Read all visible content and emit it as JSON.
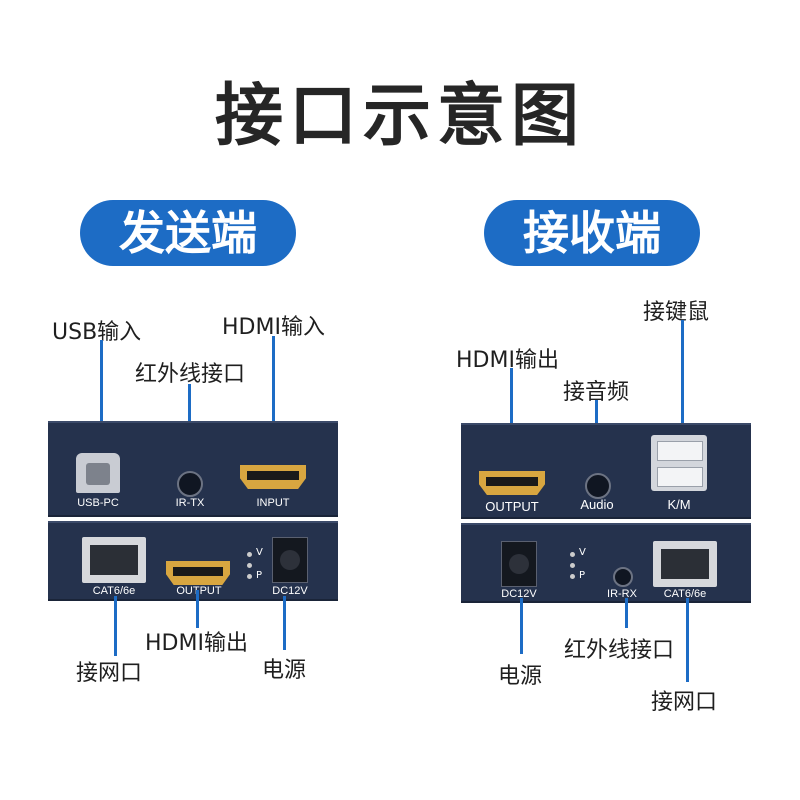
{
  "title": "接口示意图",
  "sender": {
    "badge": "发送端",
    "top_labels": {
      "usb_in": "USB输入",
      "ir_port": "红外线接口",
      "hdmi_in": "HDMI输入"
    },
    "bottom_labels": {
      "network": "接网口",
      "hdmi_out": "HDMI输出",
      "power": "电源"
    },
    "ports_top": {
      "usb": "USB-PC",
      "ir": "IR-TX",
      "hdmi": "INPUT"
    },
    "ports_bottom": {
      "rj45": "CAT6/6e",
      "hdmi": "OUTPUT",
      "dc": "DC12V",
      "led_v": "V",
      "led_p": "P"
    }
  },
  "receiver": {
    "badge": "接收端",
    "top_labels": {
      "hdmi_out": "HDMI输出",
      "audio": "接音频",
      "km": "接键鼠"
    },
    "bottom_labels": {
      "power": "电源",
      "ir_port": "红外线接口",
      "network": "接网口"
    },
    "ports_top": {
      "hdmi": "OUTPUT",
      "audio": "Audio",
      "km": "K/M"
    },
    "ports_bottom": {
      "dc": "DC12V",
      "ir": "IR-RX",
      "rj45": "CAT6/6e",
      "led_v": "V",
      "led_p": "P"
    }
  },
  "colors": {
    "accent": "#1d6cc5",
    "panel": "#25324d",
    "title": "#262626"
  }
}
